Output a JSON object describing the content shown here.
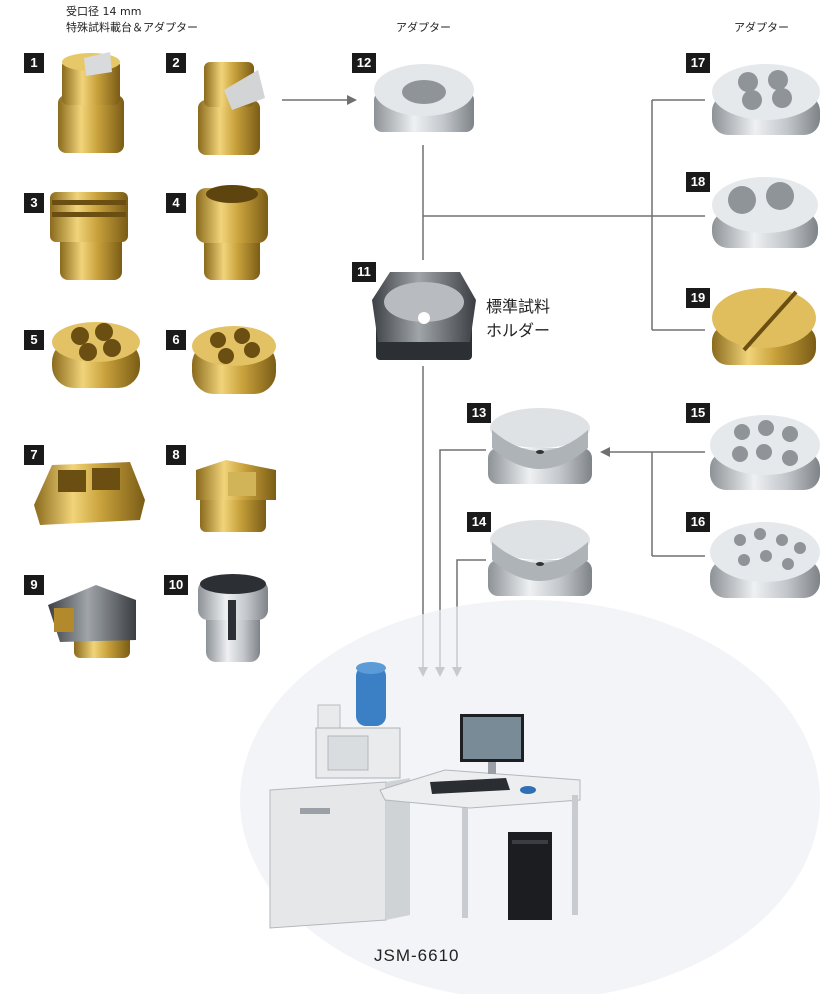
{
  "headers": {
    "left_line1": "受口径 14 mm",
    "left_line2": "特殊試料載台＆アダプター",
    "center": "アダプター",
    "right": "アダプター"
  },
  "holder_label_line1": "標準試料",
  "holder_label_line2": "ホルダー",
  "model": "JSM-6610",
  "parts": [
    {
      "num": "1",
      "material": "brass"
    },
    {
      "num": "2",
      "material": "brass"
    },
    {
      "num": "3",
      "material": "brass"
    },
    {
      "num": "4",
      "material": "brass"
    },
    {
      "num": "5",
      "material": "brass"
    },
    {
      "num": "6",
      "material": "brass"
    },
    {
      "num": "7",
      "material": "brass"
    },
    {
      "num": "8",
      "material": "brass"
    },
    {
      "num": "9",
      "material": "brass"
    },
    {
      "num": "10",
      "material": "steel"
    },
    {
      "num": "11",
      "material": "steel"
    },
    {
      "num": "12",
      "material": "aluminum"
    },
    {
      "num": "13",
      "material": "aluminum"
    },
    {
      "num": "14",
      "material": "aluminum"
    },
    {
      "num": "15",
      "material": "aluminum"
    },
    {
      "num": "16",
      "material": "aluminum"
    },
    {
      "num": "17",
      "material": "aluminum"
    },
    {
      "num": "18",
      "material": "aluminum"
    },
    {
      "num": "19",
      "material": "brass"
    }
  ],
  "colors": {
    "brass": "#c9a23c",
    "steel": "#9a9ea3",
    "aluminum": "#c7cbcf",
    "arrow": "#707070",
    "badge": "#1a1a1a"
  }
}
